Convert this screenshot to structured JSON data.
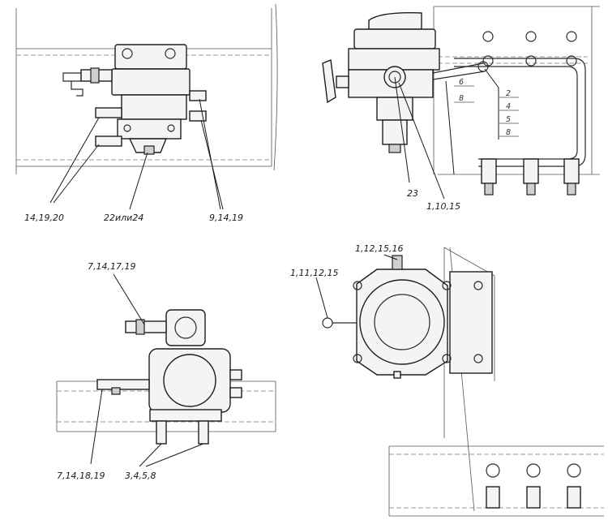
{
  "views": {
    "top_left": {
      "labels": [
        "14,19,20",
        "22или24",
        "9,14,19"
      ]
    },
    "top_right": {
      "labels": [
        "23",
        "1,10,15",
        "6",
        "8",
        "2",
        "4",
        "5",
        "8"
      ]
    },
    "bottom_left": {
      "labels": [
        "7,14,17,19",
        "7,14,18,19",
        "3,4,5,8"
      ]
    },
    "bottom_right": {
      "labels": [
        "1,12,15,16",
        "1,11,12,15"
      ]
    }
  }
}
